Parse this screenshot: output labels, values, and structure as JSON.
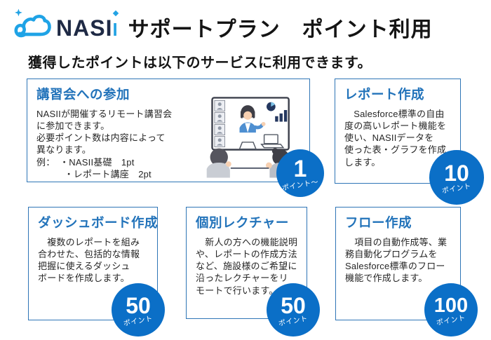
{
  "header": {
    "brand_main": "NASI",
    "brand_accent": "I",
    "title": "サポートプラン　ポイント利用",
    "subtitle": "獲得したポイントは以下のサービスに利用できます。"
  },
  "colors": {
    "card_border": "#2E75B6",
    "card_title": "#2273BA",
    "badge_blue": "#0B6FC7",
    "brand_navy": "#1F2A45",
    "brand_blue": "#23A3E4"
  },
  "icons": {
    "logo": "cloud-infinity-logo",
    "sparkle": "sparkle-icon",
    "illustration": "remote-seminar-illustration"
  },
  "cards": [
    {
      "title": "講習会への参加",
      "body": "NASIIが開催するリモート講習会\nに参加できます。\n必要ポイント数は内容によって\n異なります。\n例：　・NASII基礎　1pt\n　　　・レポート講座　2pt",
      "badge": {
        "value": "1",
        "label": "ポイント〜"
      }
    },
    {
      "title": "レポート作成",
      "body": "　Salesforce標準の自由\n度の高いレポート機能を\n使い、NASIIデータを\n使った表・グラフを作成\nします。",
      "badge": {
        "value": "10",
        "label": "ポイント"
      }
    },
    {
      "title": "ダッシュボード作成",
      "body": "　複数のレポートを組み\n合わせた、包括的な情報\n把握に使えるダッシュ\nボードを作成します。",
      "badge": {
        "value": "50",
        "label": "ポイント"
      }
    },
    {
      "title": "個別レクチャー",
      "body": "　新人の方への機能説明\nや、レポートの作成方法\nなど、施設様のご希望に\n沿ったレクチャーをリ\nモートで行います。",
      "badge": {
        "value": "50",
        "label": "ポイント"
      }
    },
    {
      "title": "フロー作成",
      "body": "　項目の自動作成等、業\n務自動化プログラムを\nSalesforce標準のフロー\n機能で作成します。",
      "badge": {
        "value": "100",
        "label": "ポイント"
      }
    }
  ]
}
